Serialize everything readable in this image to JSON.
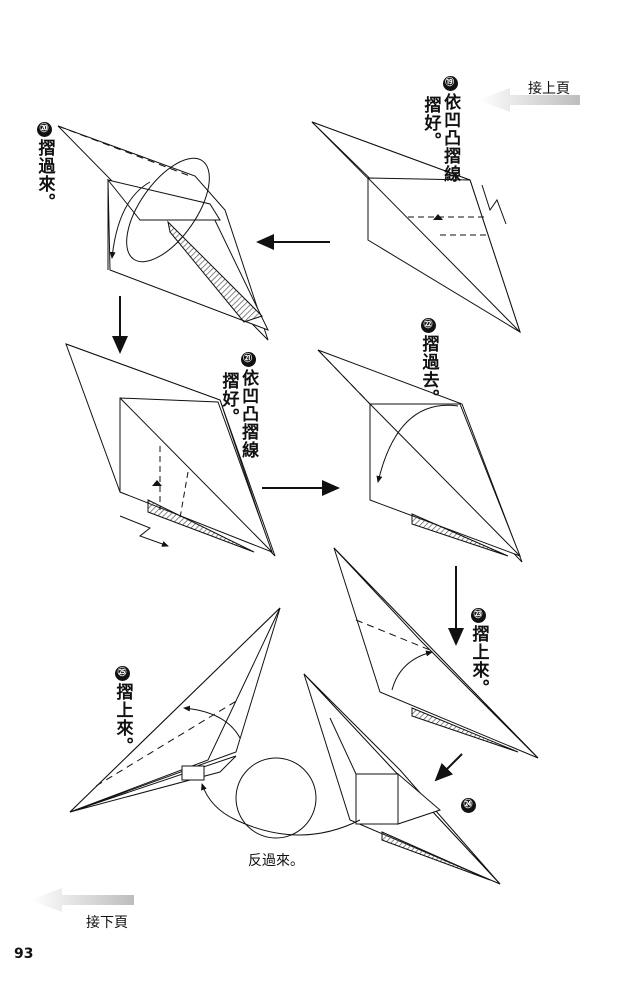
{
  "page_number": "93",
  "continue_from_label": "接上頁",
  "continue_to_label": "接下頁",
  "flip_label": "反過來。",
  "steps": [
    {
      "number": "⑲",
      "col1": "依凹凸摺線",
      "col2": "摺好。"
    },
    {
      "number": "⑳",
      "col1": "摺過來。",
      "col2": ""
    },
    {
      "number": "㉑",
      "col1": "依凹凸摺線",
      "col2": "摺好。"
    },
    {
      "number": "㉒",
      "col1": "摺過去。",
      "col2": ""
    },
    {
      "number": "㉓",
      "col1": "摺上來。",
      "col2": ""
    },
    {
      "number": "㉔",
      "col1": "",
      "col2": ""
    },
    {
      "number": "㉕",
      "col1": "摺上來。",
      "col2": ""
    }
  ],
  "colors": {
    "ink": "#111111",
    "hatch": "#8a8a8a",
    "arrow_gray": "#cfcfcf"
  }
}
